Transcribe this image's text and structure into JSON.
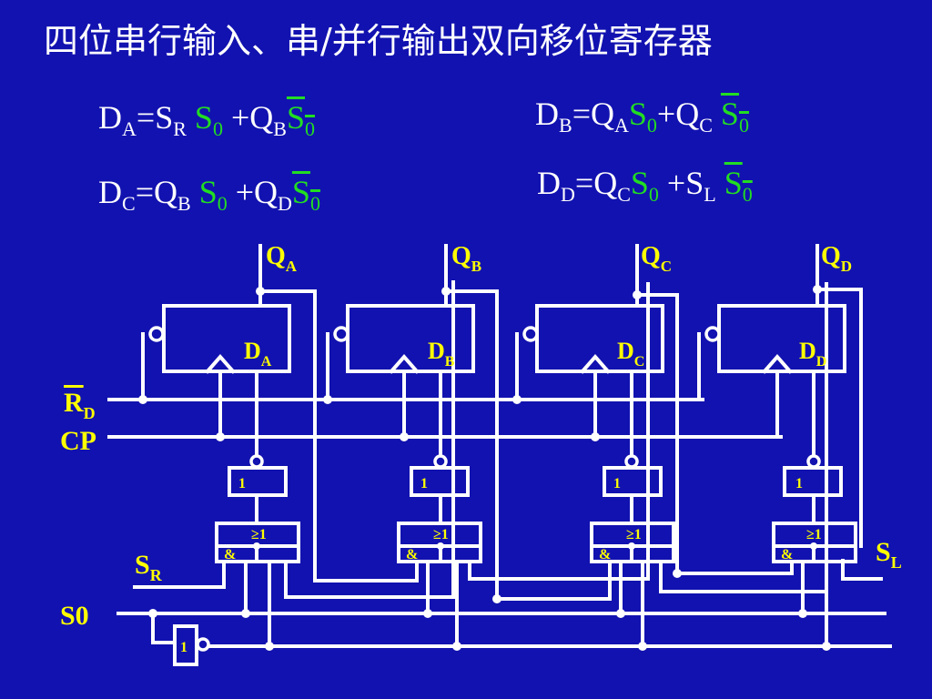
{
  "title": "四位串行输入、串/并行输出双向移位寄存器",
  "equations": {
    "da": {
      "lhs": "D",
      "lhs_sub": "A",
      "eq": "=",
      "t1": "S",
      "t1_sub": "R",
      "sel1": "S",
      "sel1_sub": "0",
      "plus": "+",
      "t2": "Q",
      "t2_sub": "B",
      "sel2": "S",
      "sel2_sub": "0"
    },
    "db": {
      "lhs": "D",
      "lhs_sub": "B",
      "eq": "=",
      "t1": "Q",
      "t1_sub": "A",
      "sel1": "S",
      "sel1_sub": "0",
      "plus": "+",
      "t2": "Q",
      "t2_sub": "C",
      "sel2": "S",
      "sel2_sub": "0"
    },
    "dc": {
      "lhs": "D",
      "lhs_sub": "C",
      "eq": "=",
      "t1": "Q",
      "t1_sub": "B",
      "sel1": "S",
      "sel1_sub": "0",
      "plus": "+",
      "t2": "Q",
      "t2_sub": "D",
      "sel2": "S",
      "sel2_sub": "0"
    },
    "dd": {
      "lhs": "D",
      "lhs_sub": "D",
      "eq": "=",
      "t1": "Q",
      "t1_sub": "C",
      "sel1": "S",
      "sel1_sub": "0",
      "plus": "+",
      "t2": "S",
      "t2_sub": "L",
      "sel2": "S",
      "sel2_sub": "0"
    }
  },
  "outputs": [
    {
      "main": "Q",
      "sub": "A"
    },
    {
      "main": "Q",
      "sub": "B"
    },
    {
      "main": "Q",
      "sub": "C"
    },
    {
      "main": "Q",
      "sub": "D"
    }
  ],
  "flipflops": [
    {
      "main": "D",
      "sub": "A"
    },
    {
      "main": "D",
      "sub": "B"
    },
    {
      "main": "D",
      "sub": "C"
    },
    {
      "main": "D",
      "sub": "D"
    }
  ],
  "gates": {
    "not": "1",
    "or": "≥1",
    "and": "&"
  },
  "signals": {
    "rd": {
      "main": "R",
      "sub": "D"
    },
    "cp": "CP",
    "sr": {
      "main": "S",
      "sub": "R"
    },
    "sl": {
      "main": "S",
      "sub": "L"
    },
    "s0": "S0"
  },
  "colors": {
    "background": "#1212b0",
    "wire": "#ffffff",
    "label": "#ffff00",
    "select": "#22dd22",
    "text": "#ffffff"
  }
}
